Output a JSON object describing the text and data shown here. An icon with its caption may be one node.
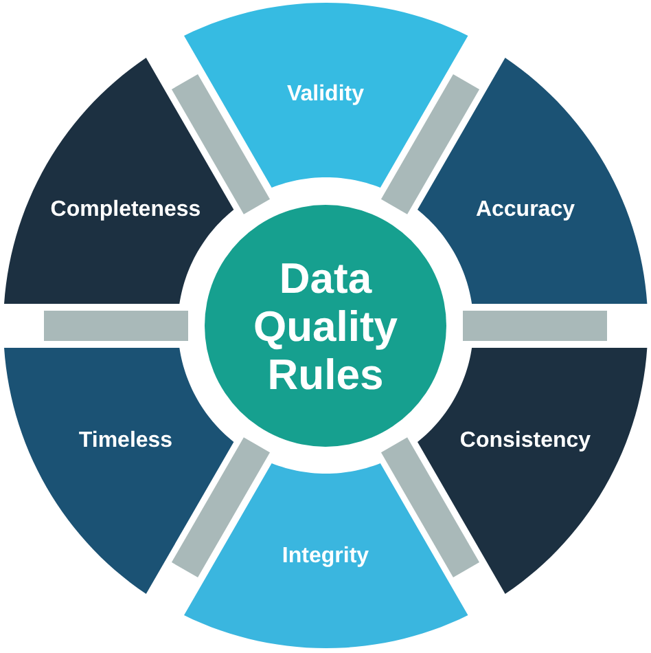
{
  "diagram": {
    "nodes": [
      {
        "text": [
          "Validity"
        ]
      },
      {
        "text": [
          "Completeness"
        ]
      },
      {
        "text": [
          "Accuracy"
        ]
      },
      {
        "text": [
          "Data Quality Rules"
        ]
      },
      {
        "text": [
          "Timeless"
        ]
      },
      {
        "text": [
          "Consistency"
        ]
      },
      {
        "text": [
          "Integrity"
        ]
      }
    ]
  }
}
